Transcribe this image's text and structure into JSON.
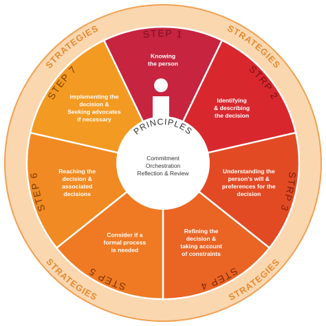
{
  "ring": {
    "labels": [
      "STRATEGIES",
      "STRATEGIES",
      "STRATEGIES",
      "STRATEGIES"
    ],
    "fill": "#fbd7b0",
    "stroke": "#f0a050"
  },
  "hub": {
    "title": "PRINCIPLES",
    "lines": [
      "Commitment",
      "Orchestration",
      "Reflection & Review"
    ]
  },
  "segments": [
    {
      "title": "STEP 1",
      "lines": [
        "Knowing",
        "the person"
      ],
      "color": "#c6243f",
      "title_color": "#7a0f22"
    },
    {
      "title": "STRP 2",
      "lines": [
        "Identifying",
        "& describing",
        "the decision"
      ],
      "color": "#d8282e",
      "title_color": "#7a0f15"
    },
    {
      "title": "STRP 3",
      "lines": [
        "Understanding the",
        "person's will &",
        "preferences for the",
        "decision"
      ],
      "color": "#e24a24",
      "title_color": "#7a1f0a"
    },
    {
      "title": "STEP 4",
      "lines": [
        "Refining the",
        "decision &",
        "taking account",
        "of constraints"
      ],
      "color": "#ea6424",
      "title_color": "#7a2a0a"
    },
    {
      "title": "STEP 5",
      "lines": [
        "Consider if a",
        "formal process",
        "is needed"
      ],
      "color": "#ef7a23",
      "title_color": "#7a3208"
    },
    {
      "title": "STEP 6",
      "lines": [
        "Reaching the",
        "decision &",
        "associated",
        "decisions"
      ],
      "color": "#f18a22",
      "title_color": "#7a3c08"
    },
    {
      "title": "STEP 7",
      "lines": [
        "implementing  the",
        "decision &",
        "Seeking advocates",
        "if necessary"
      ],
      "color": "#f39a22",
      "title_color": "#7a4208"
    }
  ],
  "person_icon": "person-info-icon"
}
